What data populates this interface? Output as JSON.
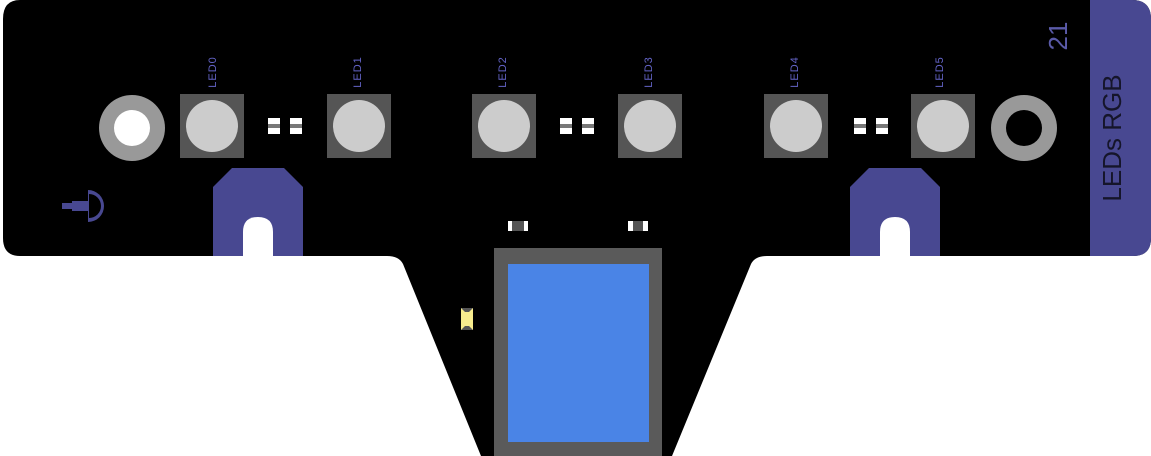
{
  "board": {
    "board_number": "21",
    "side_title": "LEDs RGB",
    "led_labels": [
      "LED0",
      "LED1",
      "LED2",
      "LED3",
      "LED4",
      "LED5"
    ]
  },
  "colors": {
    "pcb": "#000000",
    "accent": "#484891",
    "led_pad": "#555555",
    "led_lens": "#cccccc",
    "connector": "#4a84e6",
    "connector_frame": "#5a5a5a",
    "indicator_led": "#f7ec8e",
    "silk": "#6464c8"
  },
  "icons": {
    "power_symbol": "plug-icon"
  }
}
